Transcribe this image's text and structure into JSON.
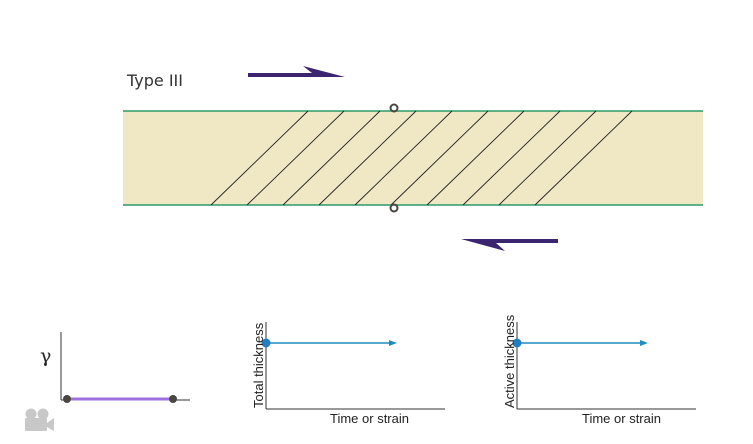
{
  "diagram": {
    "type_label": "Type III",
    "colors": {
      "zone_fill": "#f0e8c4",
      "zone_border": "#2a9a6a",
      "arrow": "#3b2470",
      "shear_line": "#222222",
      "marker": "#4a4640",
      "strain_path": "#a070e0",
      "graph_line": "#1f8bbf",
      "graph_dot": "#1f7fc0",
      "camera_icon": "#c8c8c8"
    },
    "shear_line_count": 10
  },
  "graphs": {
    "gamma_graph": {
      "y_label": "γ"
    },
    "total_thickness_graph": {
      "y_label": "Total thickness",
      "x_label": "Time or strain"
    },
    "active_thickness_graph": {
      "y_label": "Active thickness",
      "x_label": "Time or strain"
    }
  },
  "controls": {
    "camera_icon": "movie-camera-icon"
  }
}
